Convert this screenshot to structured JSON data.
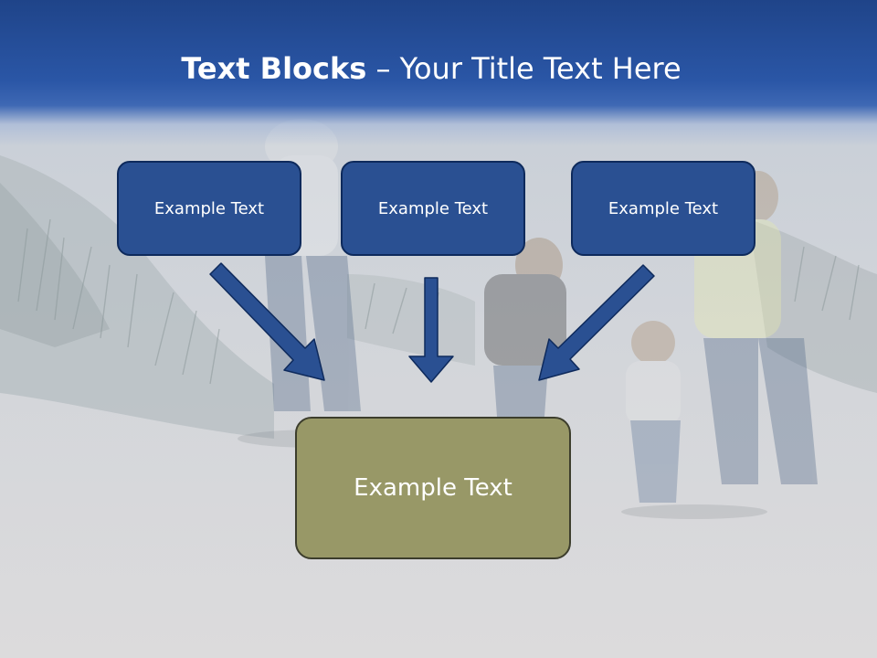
{
  "slide": {
    "title_bold": "Text Blocks",
    "title_dash": " – ",
    "title_rest": "Your Title Text Here"
  },
  "blocks": {
    "top": [
      {
        "label": "Example Text"
      },
      {
        "label": "Example Text"
      },
      {
        "label": "Example Text"
      }
    ],
    "bottom": {
      "label": "Example Text"
    }
  },
  "colors": {
    "title_band": "#2a56a6",
    "top_box_fill": "#2a5092",
    "box_border": "#0e2a5c",
    "bottom_box_fill": "#989867",
    "arrow_fill": "#2a5092"
  }
}
